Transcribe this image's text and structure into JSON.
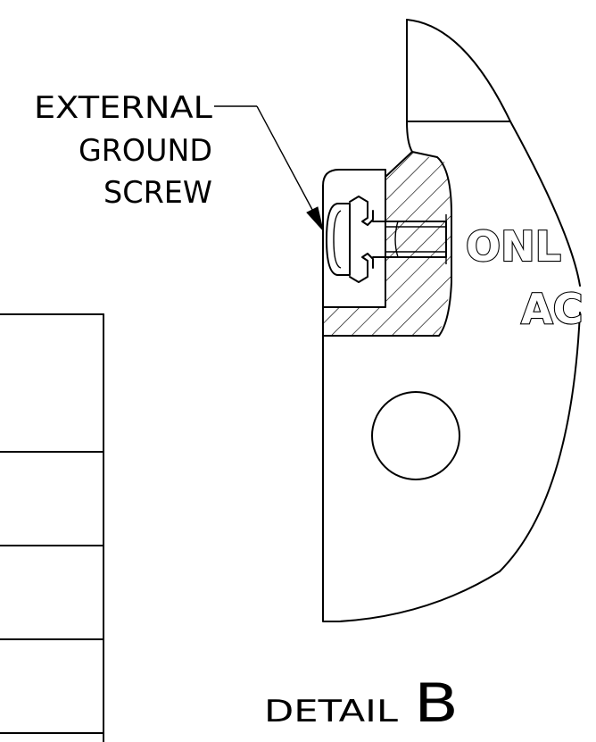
{
  "callout": {
    "line1": "EXTERNAL",
    "line2": "GROUND",
    "line3": "SCREW"
  },
  "engraving": {
    "line1": "ONL",
    "line2": "AC"
  },
  "detail": {
    "label": "DETAIL",
    "letter": "B"
  },
  "colors": {
    "ink": "#000000",
    "paper": "#ffffff"
  }
}
